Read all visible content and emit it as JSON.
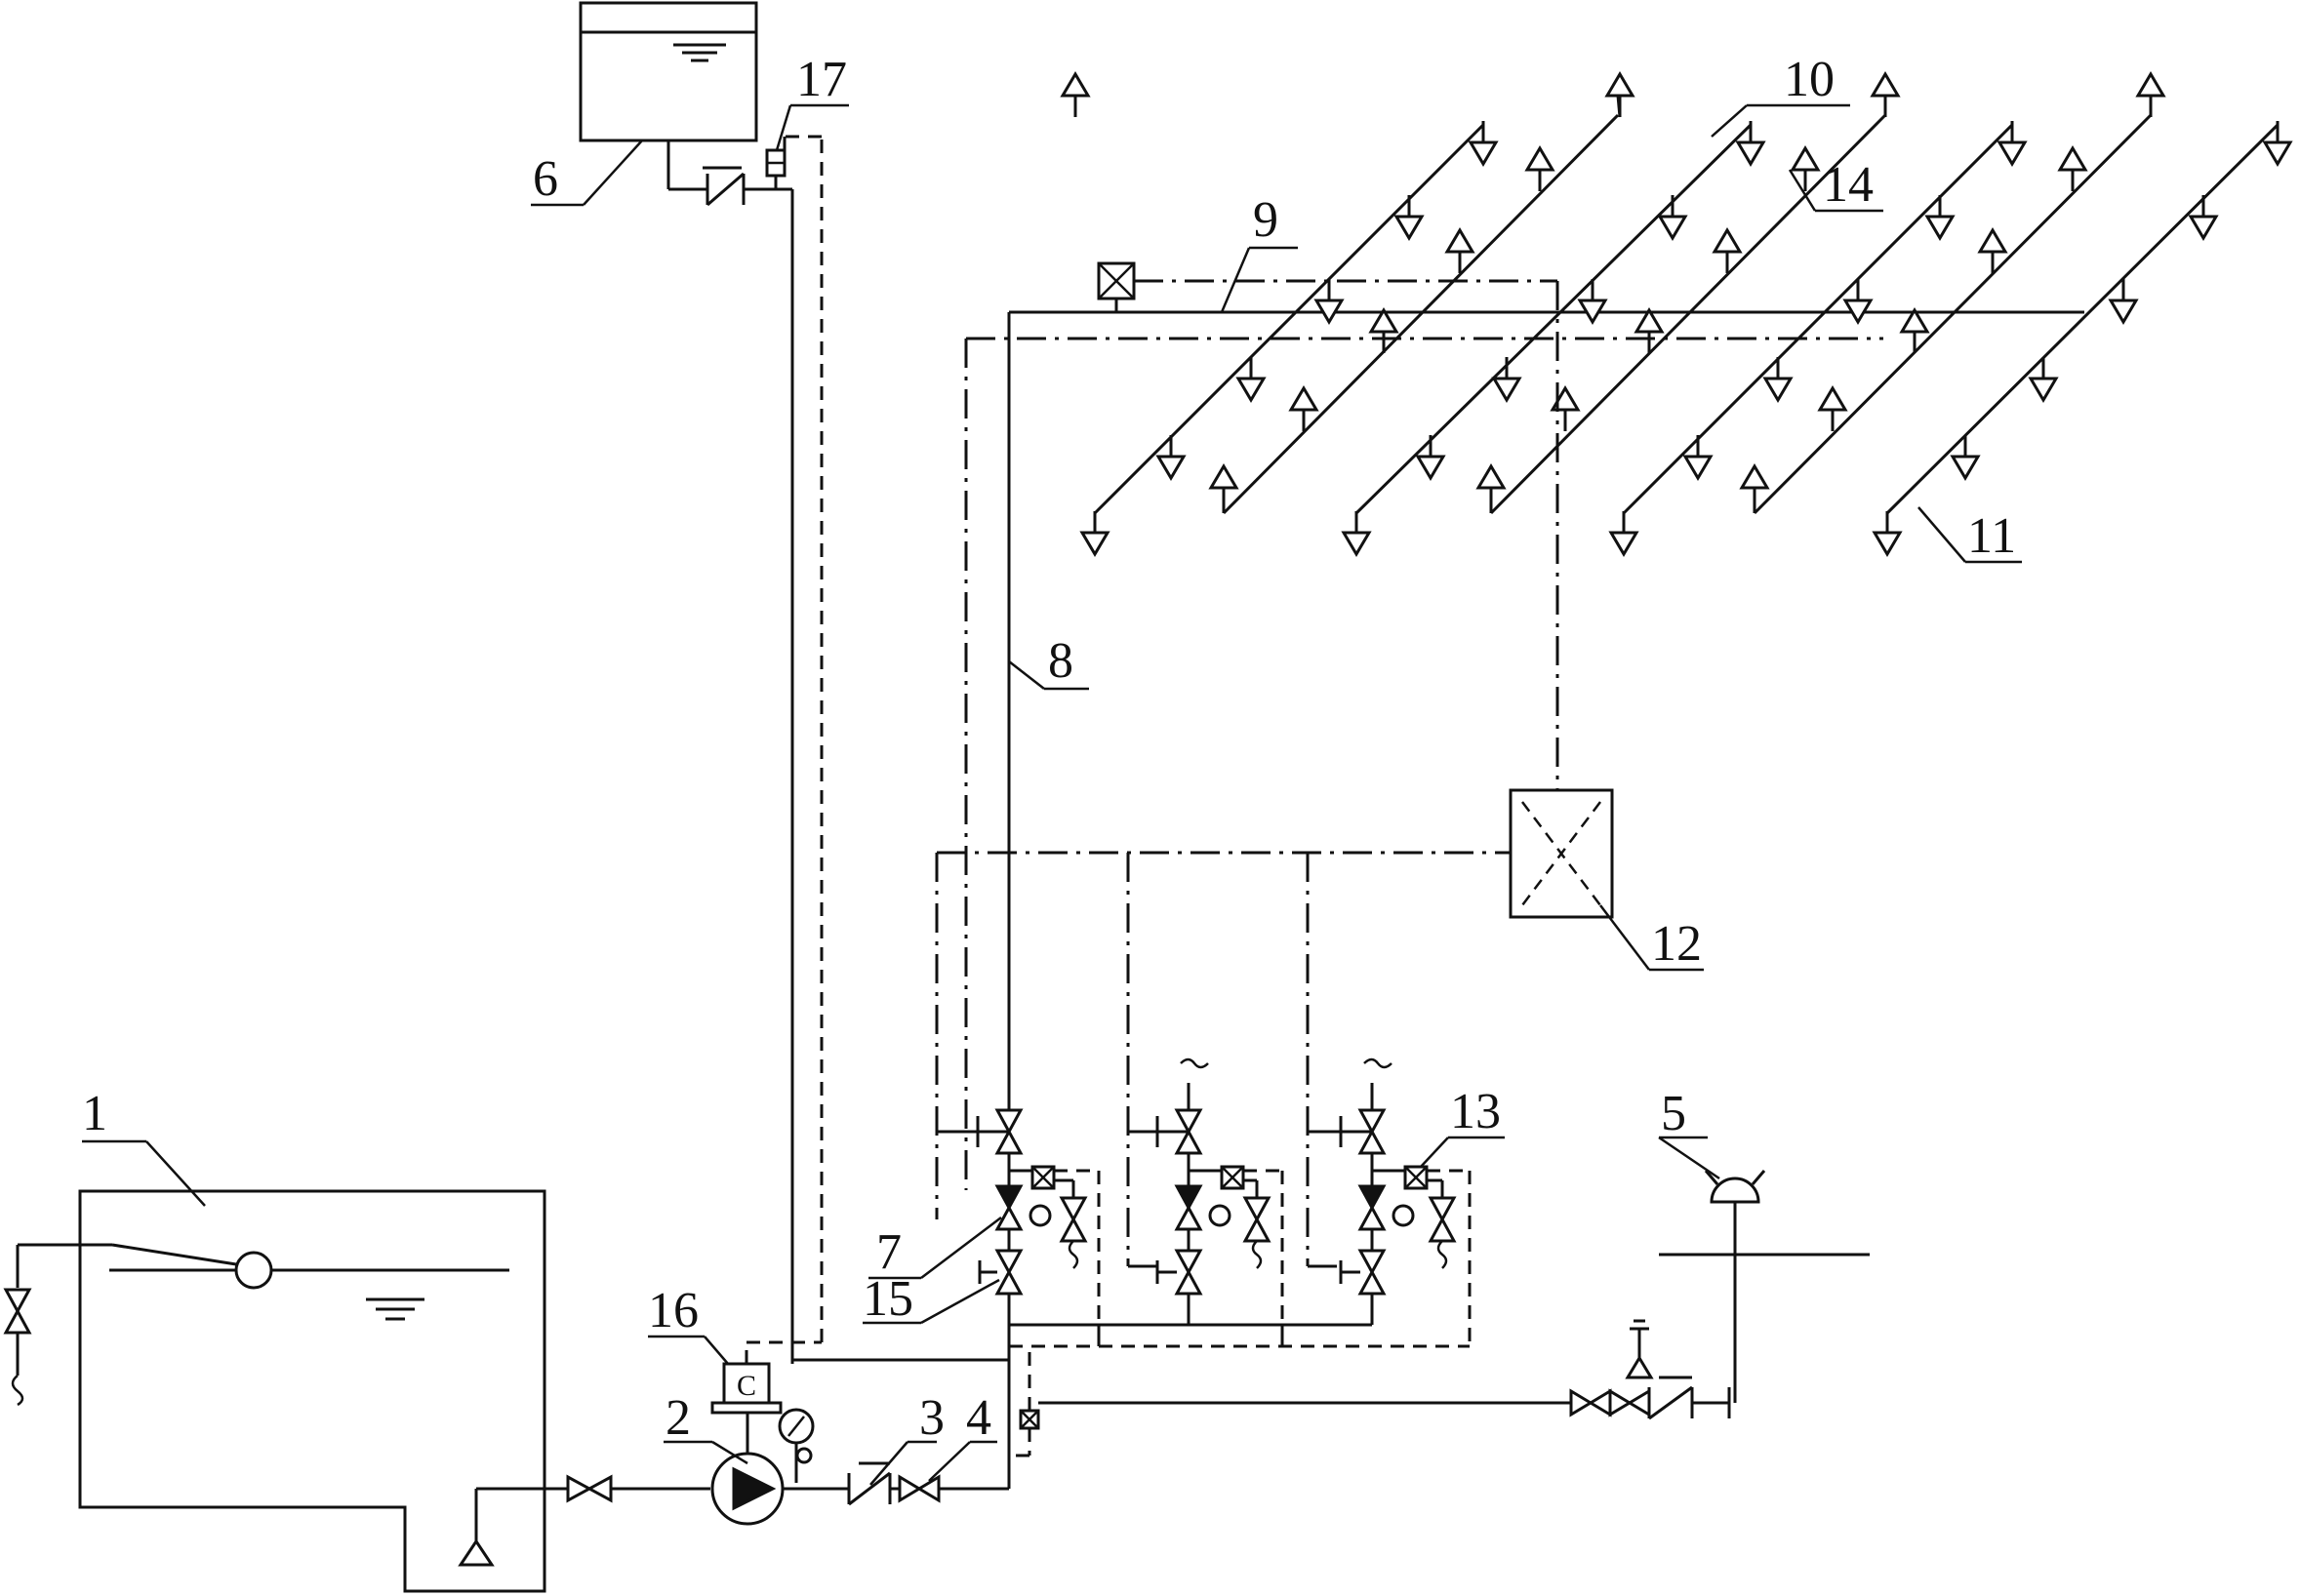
{
  "labels": {
    "l1": "1",
    "l2": "2",
    "l3": "3",
    "l4": "4",
    "l5": "5",
    "l6": "6",
    "l7": "7",
    "l8": "8",
    "l9": "9",
    "l10": "10",
    "l11": "11",
    "l12": "12",
    "l13": "13",
    "l14": "14",
    "l15": "15",
    "l16": "16",
    "l17": "17"
  },
  "pressure_switch_glyph": "C"
}
